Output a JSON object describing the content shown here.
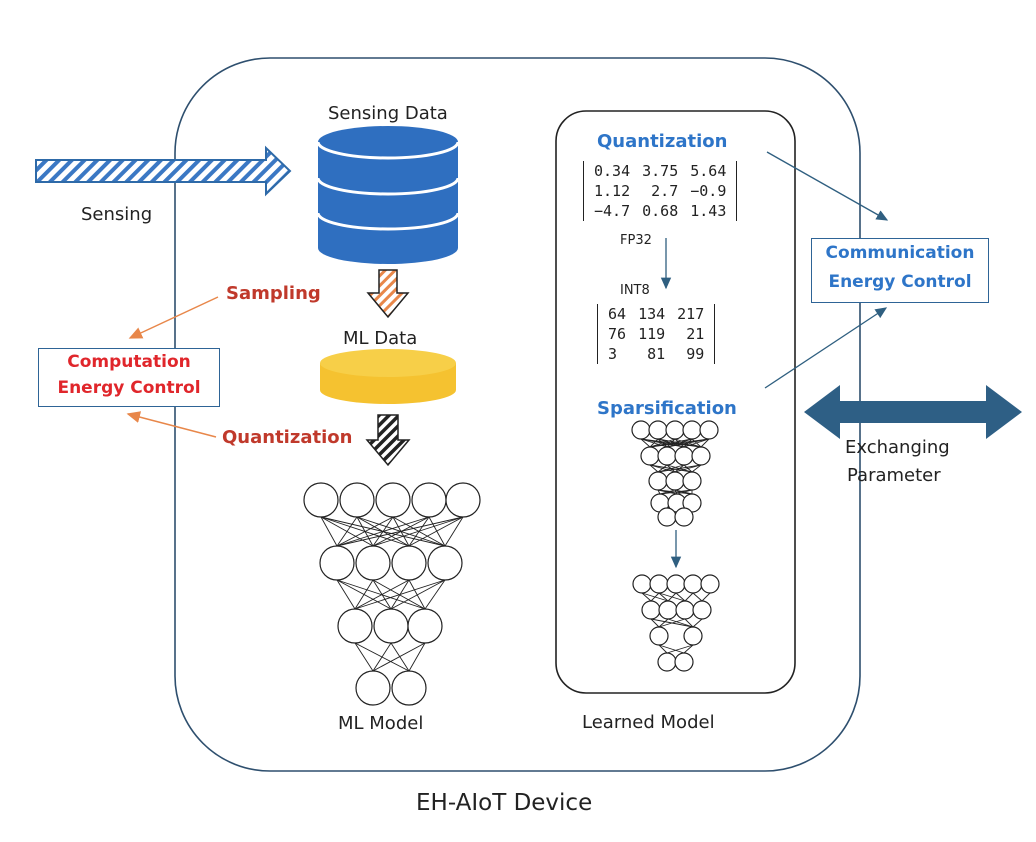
{
  "labels": {
    "sensing_data": "Sensing Data",
    "sensing": "Sensing",
    "sampling": "Sampling",
    "ml_data": "ML Data",
    "quantization_left": "Quantization",
    "ml_model": "ML Model",
    "quantization_right": "Quantization",
    "fp32": "FP32",
    "int8": "INT8",
    "sparsification": "Sparsification",
    "learned_model": "Learned Model",
    "exchanging_line1": "Exchanging",
    "exchanging_line2": "Parameter",
    "device": "EH-AIoT Device"
  },
  "boxes": {
    "computation_line1": "Computation",
    "computation_line2": "Energy Control",
    "communication_line1": "Communication",
    "communication_line2": "Energy Control"
  },
  "matrix_fp32": [
    [
      "0.34",
      "3.75",
      "5.64"
    ],
    [
      "1.12",
      "2.7",
      "−0.9"
    ],
    [
      "−4.7",
      "0.68",
      "1.43"
    ]
  ],
  "matrix_int8": [
    [
      "64",
      "134",
      "217"
    ],
    [
      "76",
      "119",
      "21"
    ],
    [
      "3",
      "81",
      "99"
    ]
  ],
  "colors": {
    "red_label": "#c0392b",
    "blue_label": "#2e75c8",
    "db_blue": "#2f6fc0",
    "db_yellow": "#f5c230",
    "orange_arrow": "#e8874a",
    "teal_arrow": "#2f5f80"
  }
}
